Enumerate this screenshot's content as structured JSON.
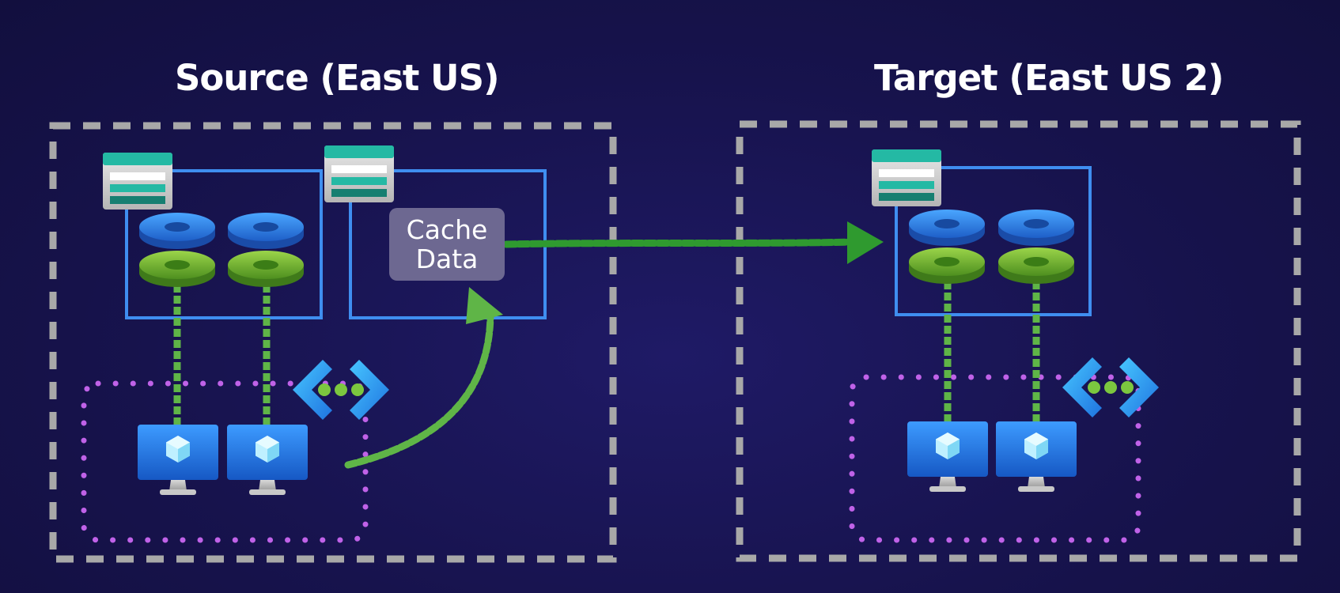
{
  "regions": {
    "source": {
      "title": "Source (East US)"
    },
    "target": {
      "title": "Target (East US 2)"
    }
  },
  "cache_label": {
    "line1": "Cache",
    "line2": "Data"
  },
  "colors": {
    "background": "#1a1652",
    "region_border": "#a8a8a8",
    "cluster_border": "#3f8ef0",
    "vnet_dots": "#c062e8",
    "flow_arrow": "#2f9a2f",
    "connector": "#5fb547",
    "cache_box": "#6d6891"
  },
  "icons": [
    "storage-account-icon",
    "disk-stack-icon",
    "virtual-machine-icon",
    "virtual-network-icon"
  ]
}
